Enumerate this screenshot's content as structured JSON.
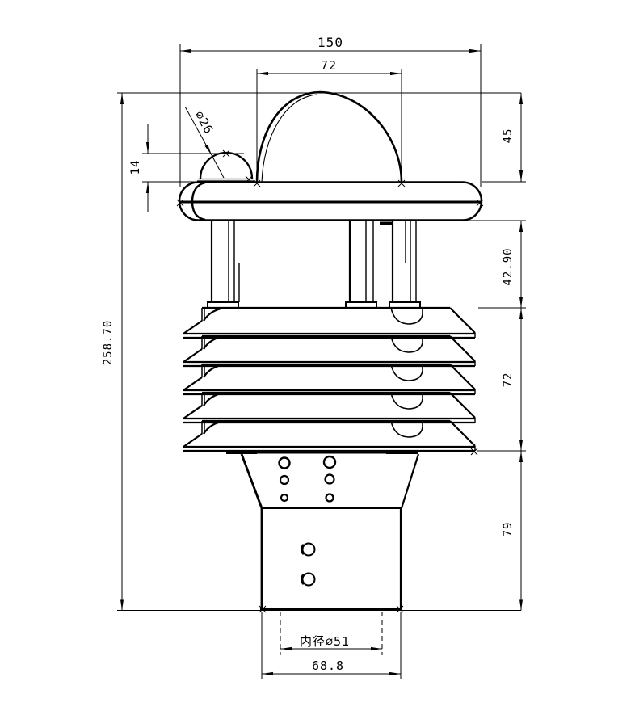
{
  "drawing": {
    "description": "Front-view dimensioned engineering drawing of a multi-parameter weather sensor with rain dome, radiation-shield louvers and mounting tube",
    "line_color": "#000000",
    "background_color": "#ffffff"
  },
  "dimensions": {
    "overall_width": "150",
    "dome_width": "72",
    "dome_height": "45",
    "small_dome_diameter": "∅26",
    "small_dome_height": "14",
    "total_height": "258.70",
    "column_section_height": "42.90",
    "louver_section_height": "72",
    "base_section_height": "79",
    "inner_diameter": "内径∅51",
    "base_outer_width": "68.8"
  }
}
